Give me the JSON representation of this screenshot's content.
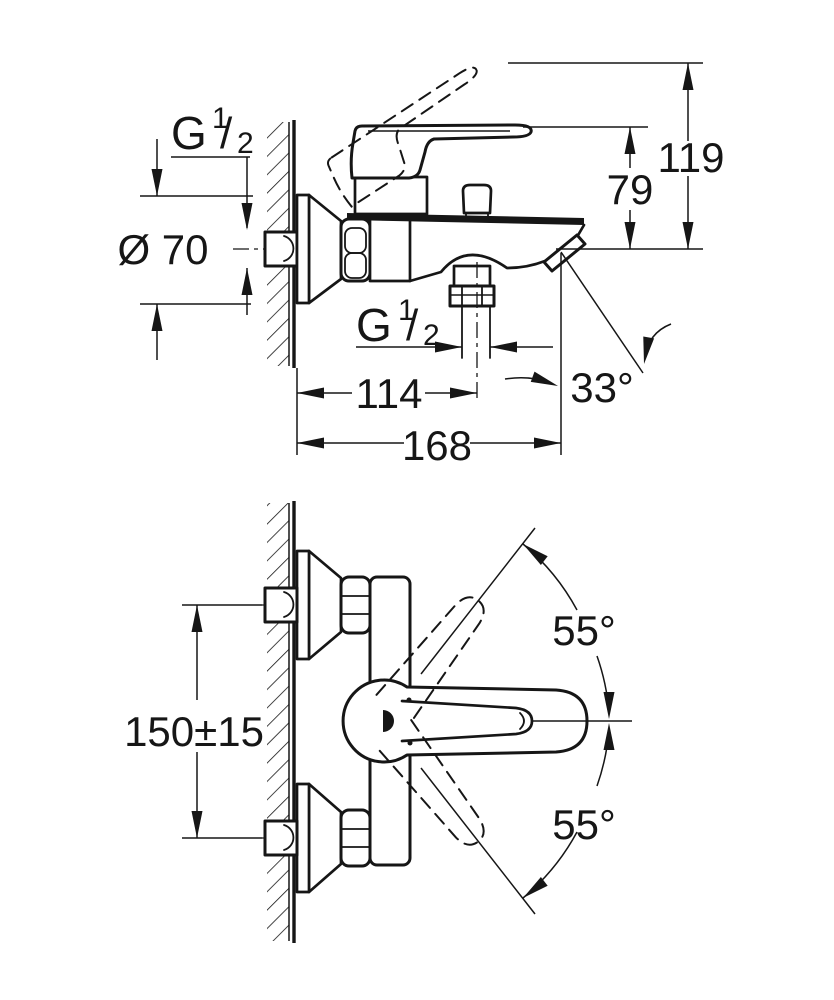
{
  "colors": {
    "ink": "#161616",
    "paper": "#ffffff"
  },
  "side_view": {
    "dims": {
      "wall_thread": {
        "g": "G",
        "num": "1",
        "slash": "/",
        "den": "2"
      },
      "escutcheon_diameter": "Ø 70",
      "height_handle_raised": "119",
      "height_handle": "79",
      "shower_thread": {
        "g": "G",
        "num": "1",
        "slash": "/",
        "den": "2"
      },
      "wall_to_shower_outlet": "114",
      "spout_angle": "33°",
      "wall_to_spout_tip": "168"
    }
  },
  "top_view": {
    "dims": {
      "connection_spacing": "150±15",
      "handle_swing_up": "55°",
      "handle_swing_down": "55°"
    }
  }
}
